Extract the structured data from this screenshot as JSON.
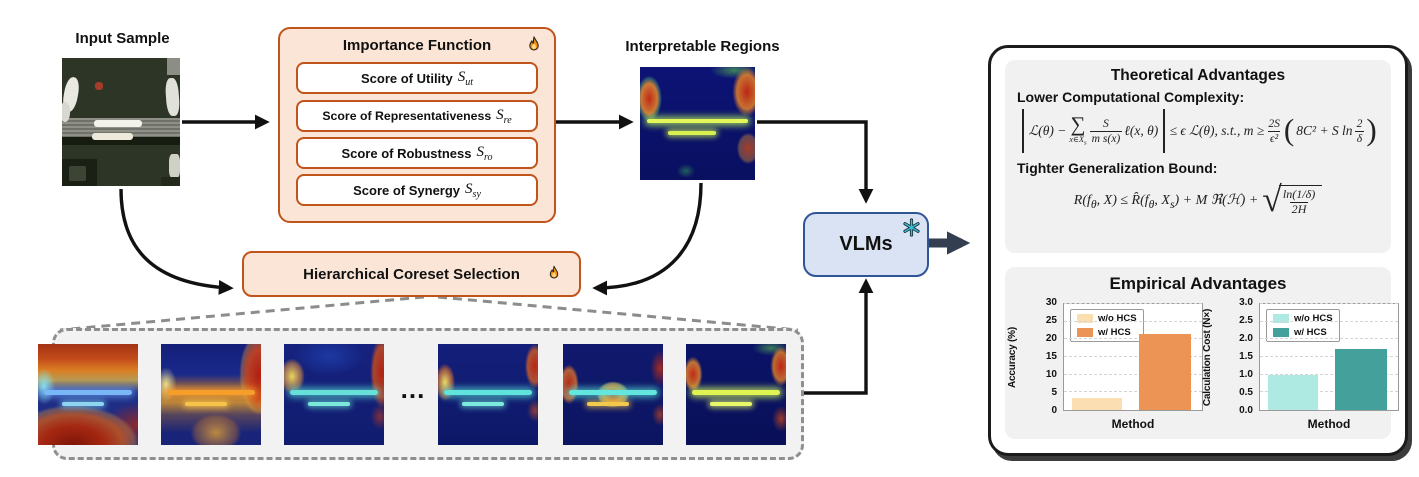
{
  "labels": {
    "input_sample": "Input Sample",
    "interpretable_regions": "Interpretable Regions",
    "ellipsis": "..."
  },
  "icons": {
    "importance_flame": "flame-icon",
    "hcs_flame": "flame-icon",
    "vlms_snowflake": "snowflake-icon"
  },
  "colors": {
    "orange_border": "#C0541A",
    "orange_fill": "#FBE5D6",
    "vlms_fill": "#DAE3F3",
    "vlms_border": "#2F5597",
    "panel_gray": "#F1F1F2",
    "thick_arrow": "#333F50"
  },
  "importance": {
    "title": "Importance Function",
    "items": [
      {
        "label": "Score of Utility",
        "symbol": "S",
        "subscript": "ut"
      },
      {
        "label": "Score of Representativeness",
        "symbol": "S",
        "subscript": "re"
      },
      {
        "label": "Score of Robustness",
        "symbol": "S",
        "subscript": "ro"
      },
      {
        "label": "Score of Synergy",
        "symbol": "S",
        "subscript": "sy"
      }
    ]
  },
  "hcs": {
    "title": "Hierarchical Coreset Selection"
  },
  "vlms": {
    "label": "VLMs"
  },
  "theory": {
    "title": "Theoretical Advantages",
    "complexity_heading": "Lower Computational Complexity:",
    "bound_heading": "Tighter Generalization Bound:",
    "f1": {
      "t1": "ℒ(θ) −",
      "sum": "∑",
      "sum_sub": "x∈X",
      "sum_sub_s": "s",
      "frac1_num": "S",
      "frac1_den": "m s(x)",
      "t2": "ℓ(x, θ)",
      "t3": "≤ ϵ ℒ(θ), s.t., m ≥",
      "frac2_num": "2S",
      "frac2_den": "ϵ²",
      "lparen": "(",
      "t4": "8C² + S ln",
      "frac3_num": "2",
      "frac3_den": "δ",
      "rparen": ")"
    },
    "f2": {
      "t1": "R(f",
      "sub1": "θ",
      "t2": ", X) ≤ R̂(f",
      "sub2": "θ",
      "t3": ", X",
      "sub3": "s",
      "t4": ") + M ℜ(ℋ) +",
      "radical": "√",
      "frac_num": "ln(1/δ)",
      "frac_den": "2H"
    }
  },
  "empirical": {
    "title": "Empirical Advantages"
  },
  "chart_data": [
    {
      "type": "bar",
      "categories": [
        "w/o HCS",
        "w/ HCS"
      ],
      "values": [
        3.5,
        21.5
      ],
      "xlabel": "Method",
      "ylabel": "Accuracy (%)",
      "ylim": [
        0,
        30
      ],
      "ytick_values": [
        0,
        5,
        10,
        15,
        20,
        25,
        30
      ],
      "ytick_labels": [
        "0",
        "5",
        "10",
        "15",
        "20",
        "25",
        "30"
      ],
      "legend": [
        "w/o HCS",
        "w/ HCS"
      ],
      "legend_position": "upper left",
      "grid": true,
      "colors": [
        "#FBDFB2",
        "#EC9456"
      ]
    },
    {
      "type": "bar",
      "categories": [
        "w/o HCS",
        "w/ HCS"
      ],
      "values": [
        1.0,
        1.72
      ],
      "xlabel": "Method",
      "ylabel": "Calculation Cost (N×)",
      "ylim": [
        0,
        3.0
      ],
      "ytick_values": [
        0,
        0.5,
        1.0,
        1.5,
        2.0,
        2.5,
        3.0
      ],
      "ytick_labels": [
        "0.0",
        "0.5",
        "1.0",
        "1.5",
        "2.0",
        "2.5",
        "3.0"
      ],
      "legend": [
        "w/o HCS",
        "w/ HCS"
      ],
      "legend_position": "upper left",
      "grid": true,
      "colors": [
        "#AEE9E2",
        "#44A09A"
      ]
    }
  ]
}
